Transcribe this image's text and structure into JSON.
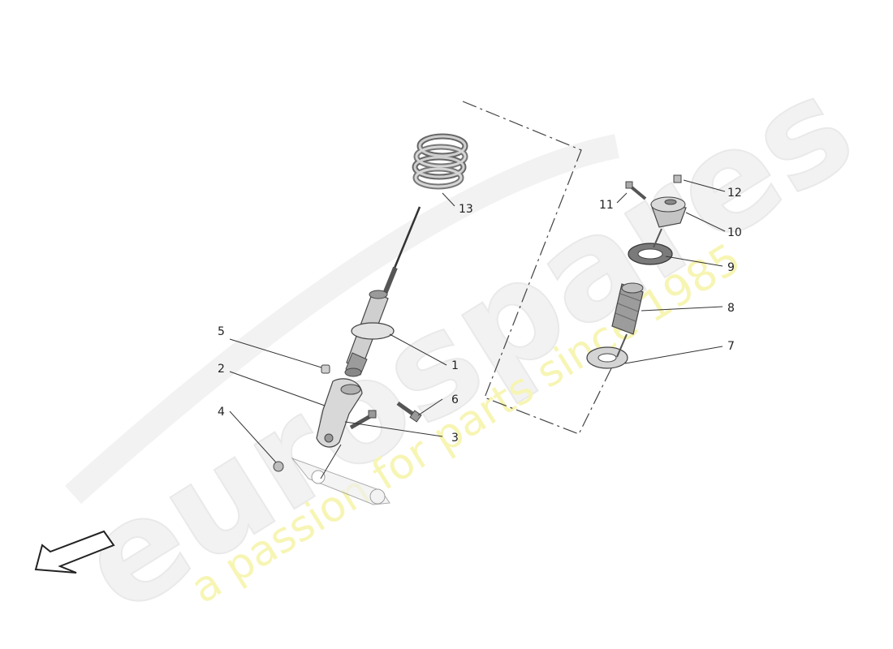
{
  "watermark": {
    "brand": "eurospares",
    "tagline": "a passion for parts since 1985"
  },
  "callouts": {
    "c1": "1",
    "c2": "2",
    "c3": "3",
    "c4": "4",
    "c5": "5",
    "c6": "6",
    "c7": "7",
    "c8": "8",
    "c9": "9",
    "c10": "10",
    "c11": "11",
    "c12": "12",
    "c13": "13"
  },
  "icons": {
    "direction": "direction-arrow-icon"
  },
  "colors": {
    "part_fill": "#d8d8d8",
    "part_dark": "#555555",
    "line": "#333333",
    "watermark_tagline": "#f7f5b4"
  }
}
